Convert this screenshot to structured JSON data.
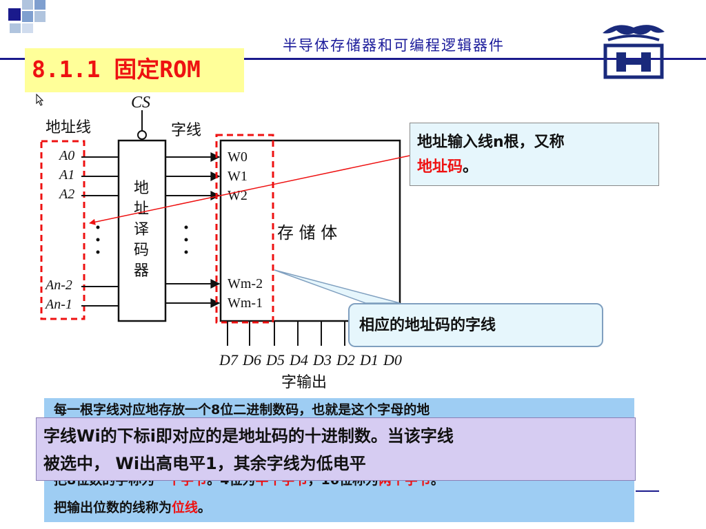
{
  "header": {
    "title": "半导体存储器和可编程逻辑器件"
  },
  "section_title": "8.1.1  固定ROM",
  "diagram": {
    "address_lines_label": "地址线",
    "cs_label": "CS",
    "word_lines_label": "字线",
    "address_inputs": [
      "A0",
      "A1",
      "A2",
      "An-2",
      "An-1"
    ],
    "decoder_label": [
      "地",
      "址",
      "译",
      "码",
      "器"
    ],
    "word_lines": [
      "W0",
      "W1",
      "W2",
      "Wm-2",
      "Wm-1"
    ],
    "memory_label": "存 储 体",
    "data_outputs": [
      "D7",
      "D6",
      "D5",
      "D4",
      "D3",
      "D2",
      "D1",
      "D0"
    ],
    "output_label": "字输出"
  },
  "callouts": {
    "address": {
      "line1": "地址输入线n根，又称",
      "line2_red": "地址码",
      "line2_end": "。"
    },
    "word": "相应的地址码的字线"
  },
  "bottom_panel": {
    "line1": "每一根字线对应地存放一个8位二进制数码，也就是这个字母的地",
    "line3_a": "把8位数的字称为",
    "line3_r1": "一个字节",
    "line3_b": "。4位为",
    "line3_r2": "半个字节",
    "line3_c": "，16位称为",
    "line3_r3": "两个字节",
    "line3_d": "。",
    "line4_a": "把输出位数的线称为",
    "line4_r": "位线",
    "line4_b": "。"
  },
  "overlay": {
    "line1": "字线Wi的下标i即对应的是地址码的十进制数。当该字线",
    "line2": "被选中，  Wi出高电平1，其余字线为低电平"
  },
  "colors": {
    "accent_red": "#ee1111",
    "header_blue": "#1a1a9a",
    "title_bg": "#ffff99",
    "panel_blue": "#9ecdf3",
    "overlay_purple": "#d6ccf2",
    "callout_bg": "#e6f6fc"
  }
}
